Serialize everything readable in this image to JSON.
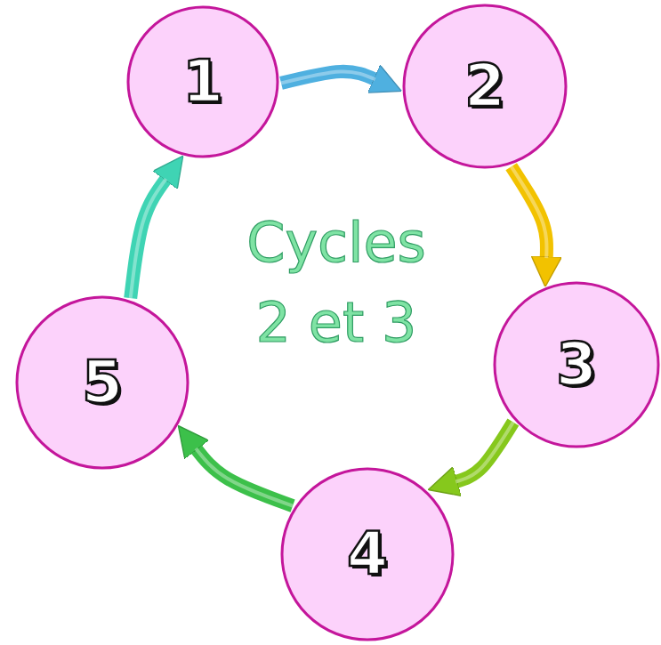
{
  "diagram": {
    "nodes": [
      {
        "text": [
          "1"
        ]
      },
      {
        "text": [
          "2"
        ]
      },
      {
        "text": [
          "3"
        ]
      },
      {
        "text": [
          "4"
        ]
      },
      {
        "text": [
          "5"
        ]
      }
    ],
    "edges": [
      {
        "from": 0,
        "to": 1,
        "arrow": "to"
      },
      {
        "from": 1,
        "to": 2,
        "arrow": "to"
      },
      {
        "from": 2,
        "to": 3,
        "arrow": "to"
      },
      {
        "from": 3,
        "to": 4,
        "arrow": "to"
      },
      {
        "from": 4,
        "to": 0,
        "arrow": "to"
      }
    ],
    "labels": [
      "Cycles 2 et 3"
    ]
  }
}
